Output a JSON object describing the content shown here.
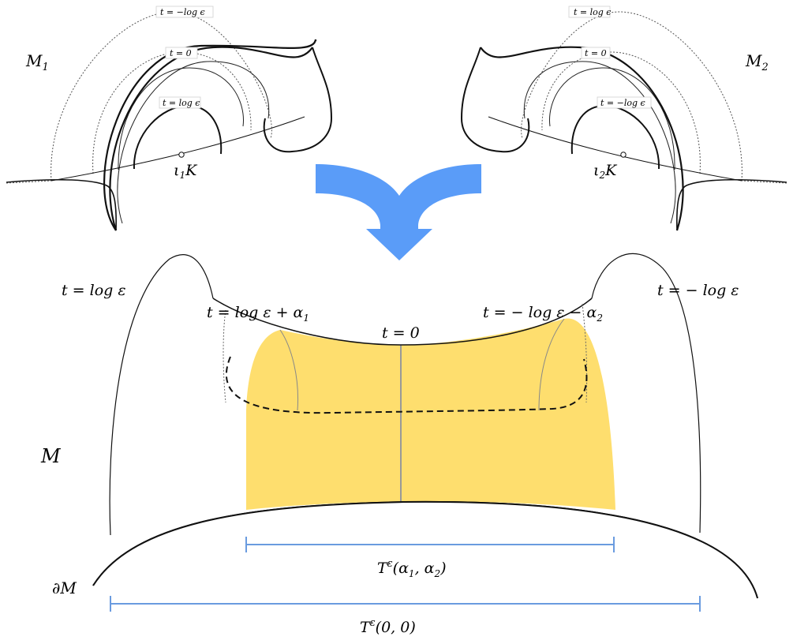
{
  "manifold_left": {
    "name": "M",
    "subscript": "1",
    "level_outer": "t = −log ϵ",
    "level_mid": "t = 0",
    "level_inner": "t = log ϵ",
    "knot_name": "K",
    "knot_map": "ι",
    "knot_map_sub": "1"
  },
  "manifold_right": {
    "name": "M",
    "subscript": "2",
    "level_outer": "t = log ϵ",
    "level_mid": "t = 0",
    "level_inner": "t = −log ϵ",
    "knot_name": "K",
    "knot_map": "ι",
    "knot_map_sub": "2"
  },
  "glued": {
    "name": "M",
    "boundary": "∂M",
    "left_end": "t = log ε",
    "right_end": "t = − log ε",
    "left_cut": "t = log ε + α",
    "left_cut_sub": "1",
    "right_cut": "t = − log ε − α",
    "right_cut_sub": "2",
    "middle": "t = 0",
    "inner_interval": {
      "T": "T",
      "sup": "ε",
      "args": "(α",
      "sub1": "1",
      "mid": ", α",
      "sub2": "2",
      "close": ")"
    },
    "outer_interval": {
      "T": "T",
      "sup": "ε",
      "args": "(0, 0)"
    }
  },
  "colors": {
    "shaded_region": "#FEDE6E",
    "arrow": "#5A9CF8",
    "interval_bar": "#6A9BDF"
  }
}
